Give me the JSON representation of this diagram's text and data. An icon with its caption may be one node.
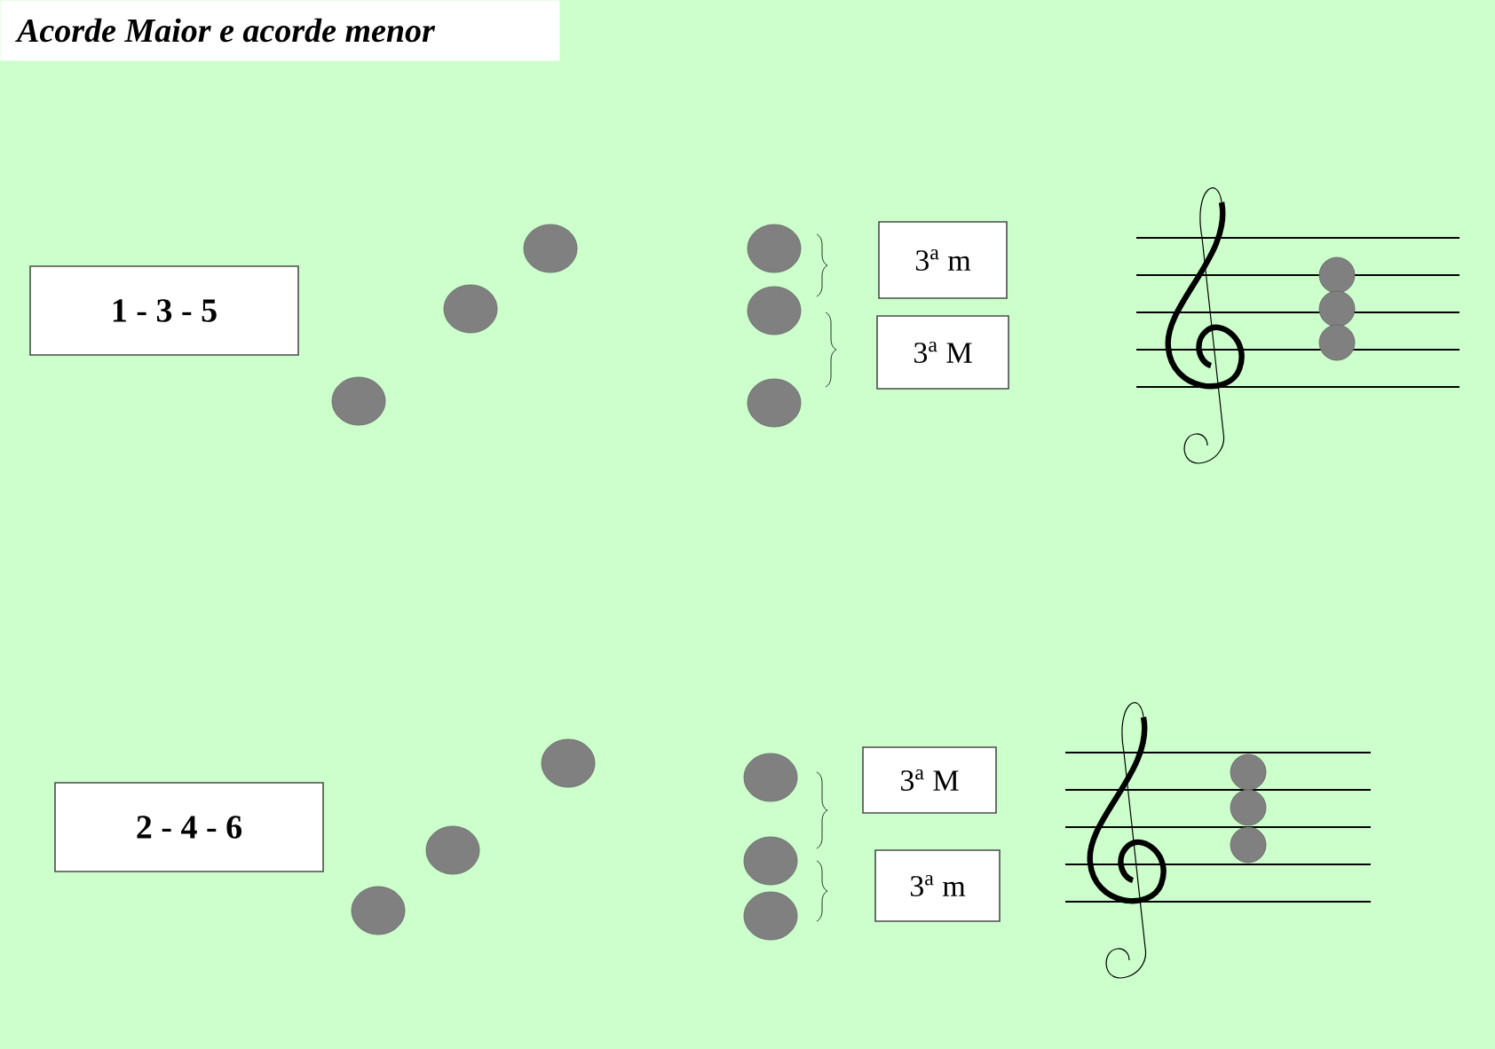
{
  "diagram": {
    "title": "Acorde Maior e acorde menor",
    "nodes": [
      {
        "text": [
          "1 - 3 - 5"
        ]
      },
      {
        "text": [],
        "shape": "circle"
      },
      {
        "text": [],
        "shape": "circle"
      },
      {
        "text": [],
        "shape": "circle"
      },
      {
        "text": [],
        "shape": "circle"
      },
      {
        "text": [],
        "shape": "circle"
      },
      {
        "text": [],
        "shape": "circle"
      },
      {
        "text": [
          "3$^{a}$ m"
        ]
      },
      {
        "text": [
          "3$^{a}$ M"
        ]
      },
      {
        "text": [
          "2 - 4 - 6"
        ]
      },
      {
        "text": [],
        "shape": "circle"
      },
      {
        "text": [],
        "shape": "circle"
      },
      {
        "text": [],
        "shape": "circle"
      },
      {
        "text": [],
        "shape": "circle"
      },
      {
        "text": [],
        "shape": "circle"
      },
      {
        "text": [],
        "shape": "circle"
      },
      {
        "text": [
          "3$^{a}$ M"
        ]
      },
      {
        "text": [
          "3$^{a}$ m"
        ]
      }
    ]
  }
}
